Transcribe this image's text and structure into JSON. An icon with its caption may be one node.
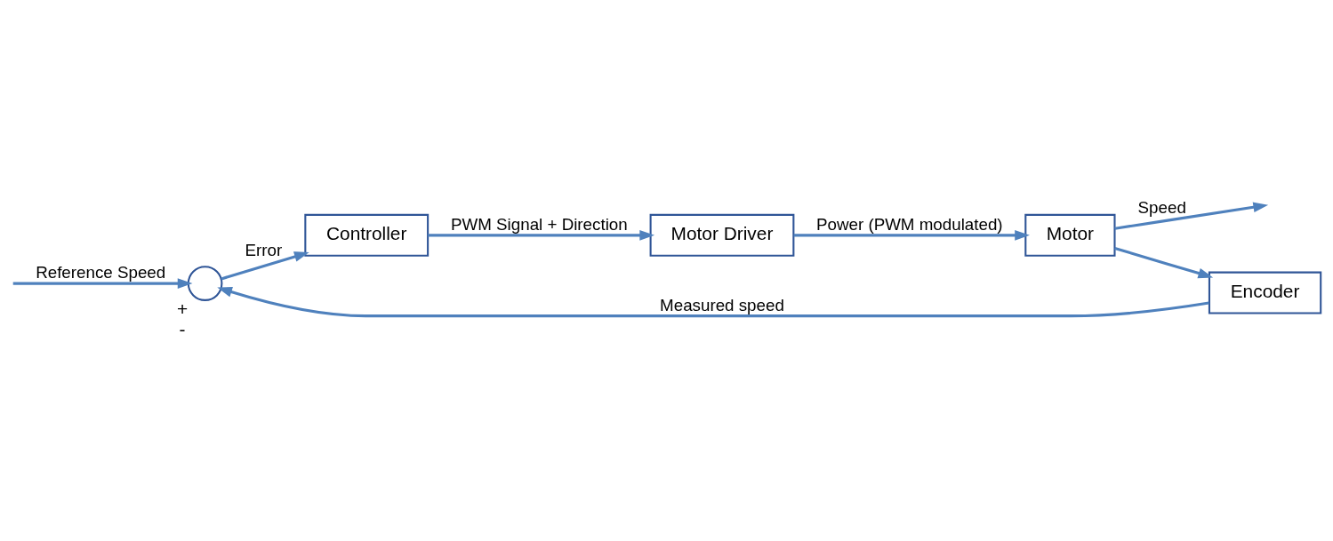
{
  "diagram": {
    "nodes": [
      {
        "text": [],
        "shape": "circle",
        "beside": [
          "+",
          "-"
        ]
      },
      {
        "text": [
          "Controller"
        ]
      },
      {
        "text": [
          "Motor Driver"
        ]
      },
      {
        "text": [
          "Motor"
        ]
      },
      {
        "text": [
          "Encoder"
        ]
      }
    ],
    "edges": [
      {
        "from": null,
        "to": 0,
        "arrow": "to",
        "label": "Reference Speed"
      },
      {
        "from": 0,
        "to": 1,
        "arrow": "to",
        "label": "Error"
      },
      {
        "from": 1,
        "to": 2,
        "arrow": "to",
        "label": "PWM Signal + Direction"
      },
      {
        "from": 2,
        "to": 3,
        "arrow": "to",
        "label": "Power (PWM modulated)"
      },
      {
        "from": 3,
        "to": null,
        "arrow": "to",
        "label": "Speed"
      },
      {
        "from": 3,
        "to": 4,
        "arrow": "to"
      },
      {
        "from": 4,
        "to": 0,
        "arrow": "to",
        "label": "Measured speed"
      }
    ]
  }
}
